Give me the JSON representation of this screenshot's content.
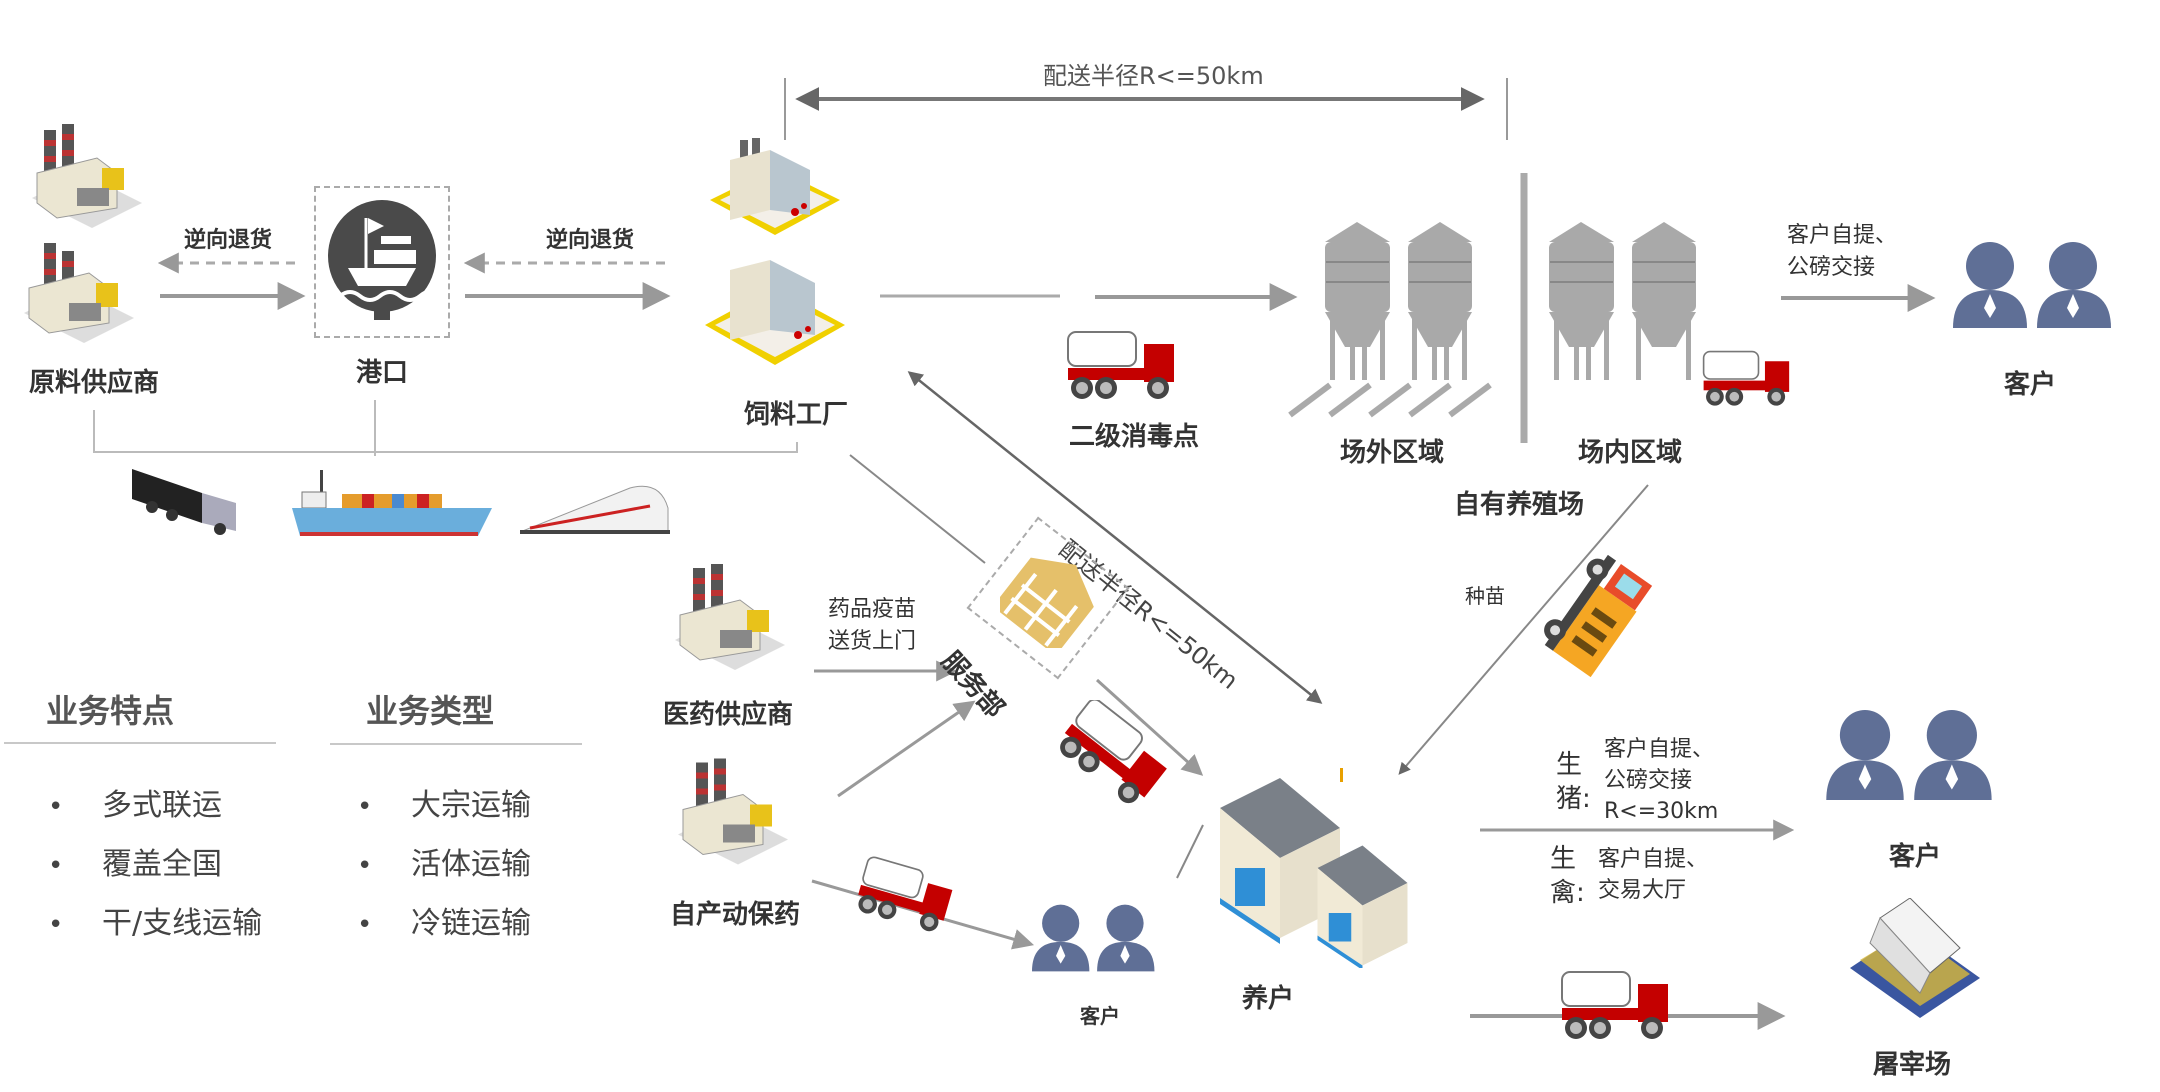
{
  "nodes": {
    "raw_supplier": "原料供应商",
    "port": "港口",
    "feed_factory": "饲料工厂",
    "disinfection_point": "二级消毒点",
    "outside_area": "场外区域",
    "inside_area": "场内区域",
    "own_farm": "自有养殖场",
    "customer_top": "客户",
    "service_dept": "服务部",
    "medicine_supplier": "医药供应商",
    "self_produced_medicine": "自产动保药",
    "customer_small": "客户",
    "farmer": "养户",
    "customer_right": "客户",
    "slaughterhouse": "屠宰场"
  },
  "edges": {
    "reverse_return_1": "逆向退货",
    "reverse_return_2": "逆向退货",
    "radius_top": "配送半径R<=50km",
    "radius_diagonal": "配送半径R<=50km",
    "pickup_top_line1": "客户自提、",
    "pickup_top_line2": "公磅交接",
    "medicine_line1": "药品疫苗",
    "medicine_line2": "送货上门",
    "seedling": "种苗",
    "pig_label_line1": "生",
    "pig_label_line2": "猪:",
    "pig_text_line1": "客户自提、",
    "pig_text_line2": "公磅交接",
    "pig_text_line3": "R<=30km",
    "poultry_label_line1": "生",
    "poultry_label_line2": "禽:",
    "poultry_text_line1": "客户自提、",
    "poultry_text_line2": "交易大厅"
  },
  "transport_modes": [
    "truck-icon",
    "container-ship-icon",
    "high-speed-train-icon"
  ],
  "business_features": {
    "title": "业务特点",
    "items": [
      "多式联运",
      "覆盖全国",
      "干/支线运输"
    ]
  },
  "business_types": {
    "title": "业务类型",
    "items": [
      "大宗运输",
      "活体运输",
      "冷链运输"
    ]
  },
  "bullet": "•",
  "colors": {
    "person": "#5f6f96",
    "truck_red": "#c40000",
    "service_gold": "#e5c06a",
    "arrow_gray": "#999999",
    "line_dark": "#666666"
  }
}
